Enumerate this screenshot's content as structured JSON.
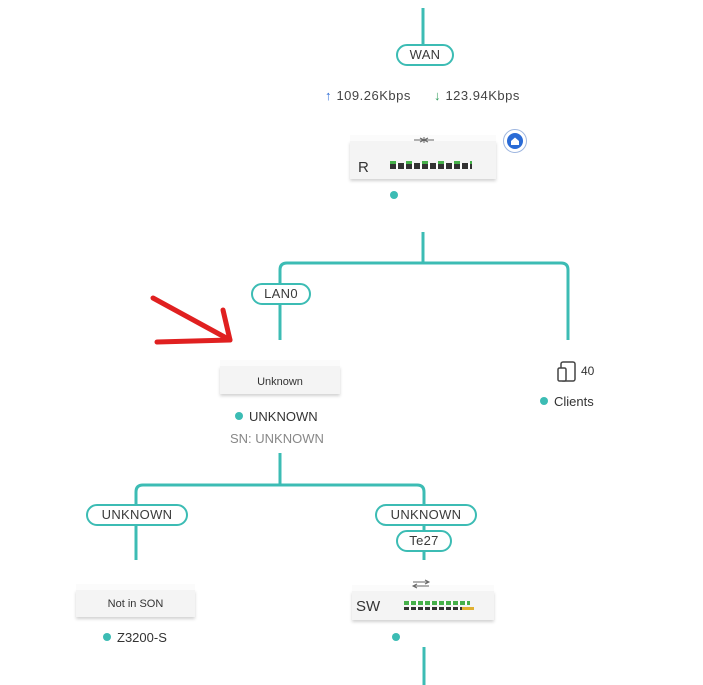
{
  "wan": {
    "label": "WAN",
    "upload": "109.26Kbps",
    "download": "123.94Kbps"
  },
  "router": {
    "label": "R",
    "home_icon": "home-icon",
    "icon": "router-device-icon"
  },
  "lan": {
    "label": "LAN0"
  },
  "unknown_device": {
    "card_label": "Unknown",
    "status": "UNKNOWN",
    "sn": "SN: UNKNOWN"
  },
  "clients": {
    "count": "40",
    "label": "Clients",
    "icon": "phone-tablet-icon"
  },
  "left_branch": {
    "port": "UNKNOWN",
    "card_label": "Not in SON",
    "model": "Z3200-S"
  },
  "right_branch": {
    "port": "UNKNOWN",
    "port2": "Te27",
    "label": "SW"
  },
  "annotation": {
    "icon": "red-arrow-annotation",
    "color": "#e02020"
  },
  "colors": {
    "line": "#3cbcb4",
    "accent": "#2a6bd6"
  }
}
